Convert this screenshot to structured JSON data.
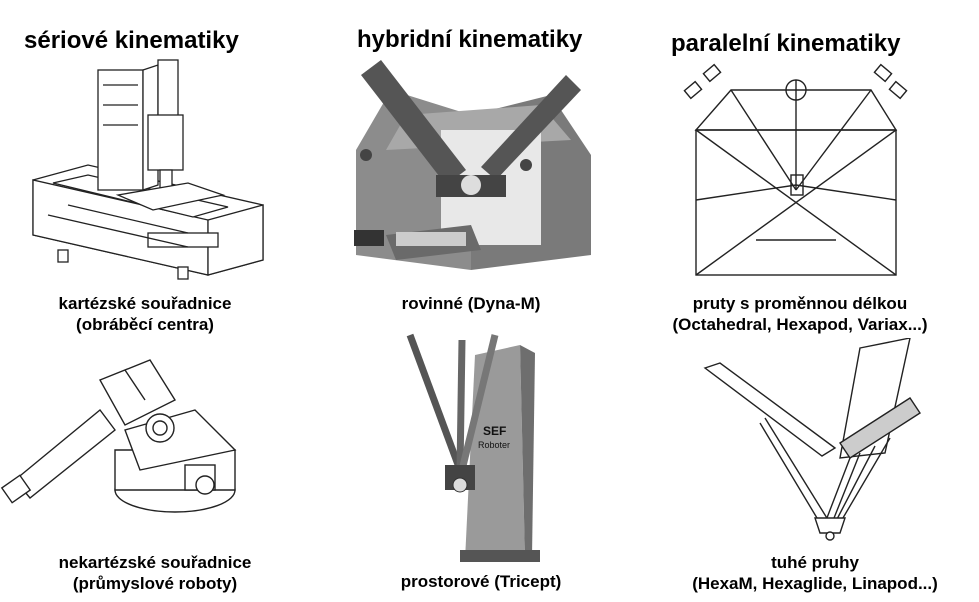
{
  "headers": {
    "serial": "sériové kinematiky",
    "hybrid": "hybridní kinematiky",
    "parallel": "paralelní kinematiky"
  },
  "captions": {
    "cartesian": {
      "line1": "kartézské souřadnice",
      "line2": "(obráběcí centra)"
    },
    "non_cartesian": {
      "line1": "nekartézské souřadnice",
      "line2": "(průmyslové roboty)"
    },
    "planar": {
      "line1": "rovinné (Dyna-M)"
    },
    "spatial": {
      "line1": "prostorové (Tricept)"
    },
    "variable_struts": {
      "line1": "pruty s proměnnou délkou",
      "line2": "(Octahedral, Hexapod, Variax...)"
    },
    "rigid_struts": {
      "line1": "tuhé pruhy",
      "line2": "(HexaM, Hexaglide, Linapod...)"
    }
  },
  "figure_labels": {
    "tricept_brand": "SEF",
    "tricept_sub": "Roboter"
  }
}
